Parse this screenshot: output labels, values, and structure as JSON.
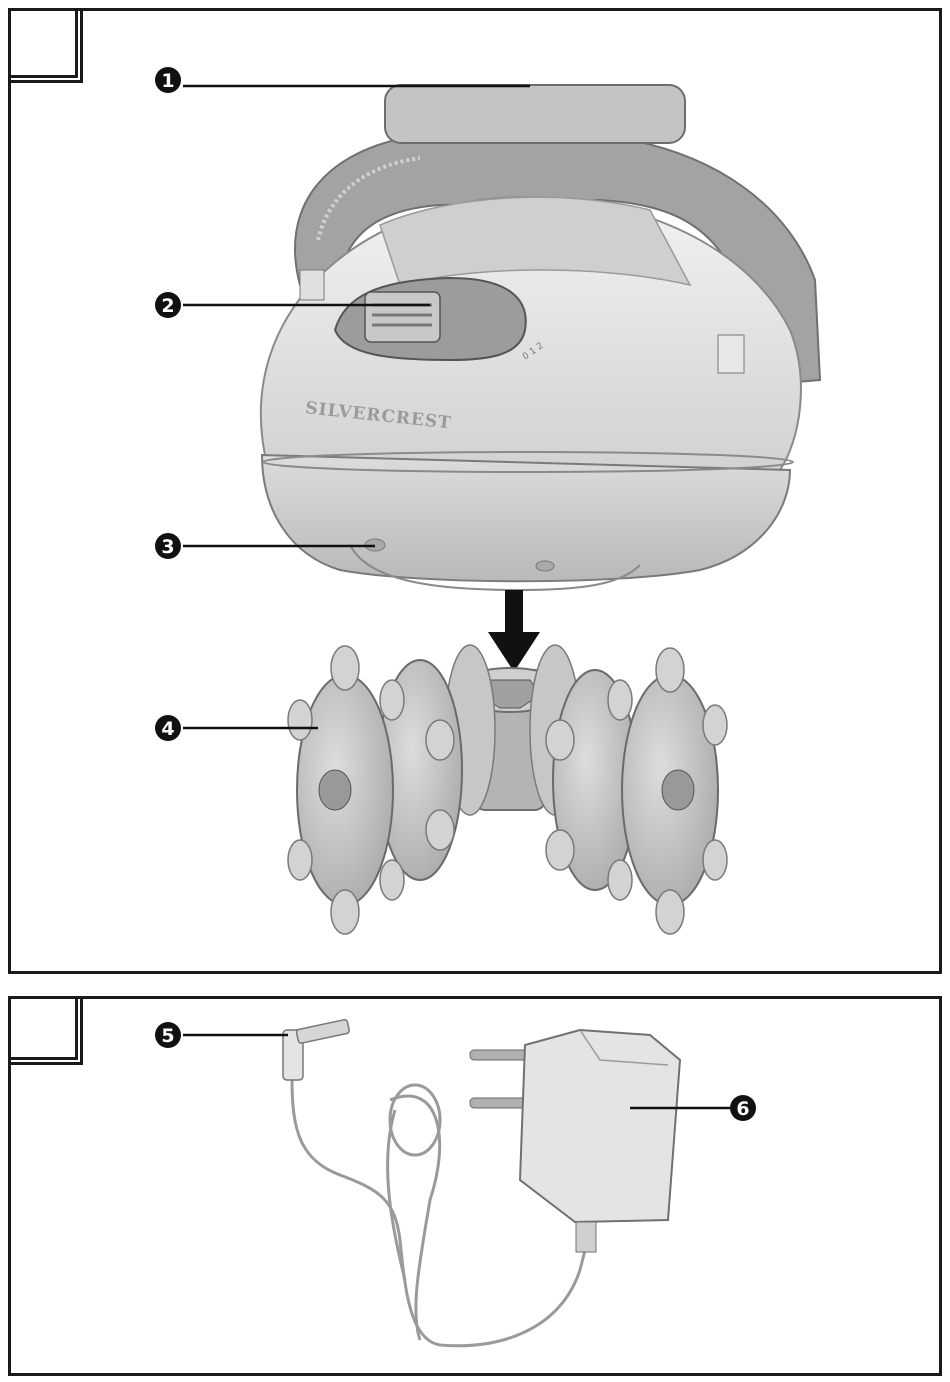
{
  "figure1": {
    "brand": "SILVERCREST",
    "speed_marks": "0 1 2",
    "callouts": [
      {
        "id": "1",
        "label": "1"
      },
      {
        "id": "2",
        "label": "2"
      },
      {
        "id": "3",
        "label": "3"
      },
      {
        "id": "4",
        "label": "4"
      }
    ]
  },
  "figure2": {
    "callouts": [
      {
        "id": "5",
        "label": "5"
      },
      {
        "id": "6",
        "label": "6"
      }
    ]
  },
  "colors": {
    "frame": "#1a1a1a",
    "device_body": "#e6e6e6",
    "device_shadow": "#bdbdbd",
    "strap": "#9b9b9b",
    "roller": "#c9c9c9"
  }
}
